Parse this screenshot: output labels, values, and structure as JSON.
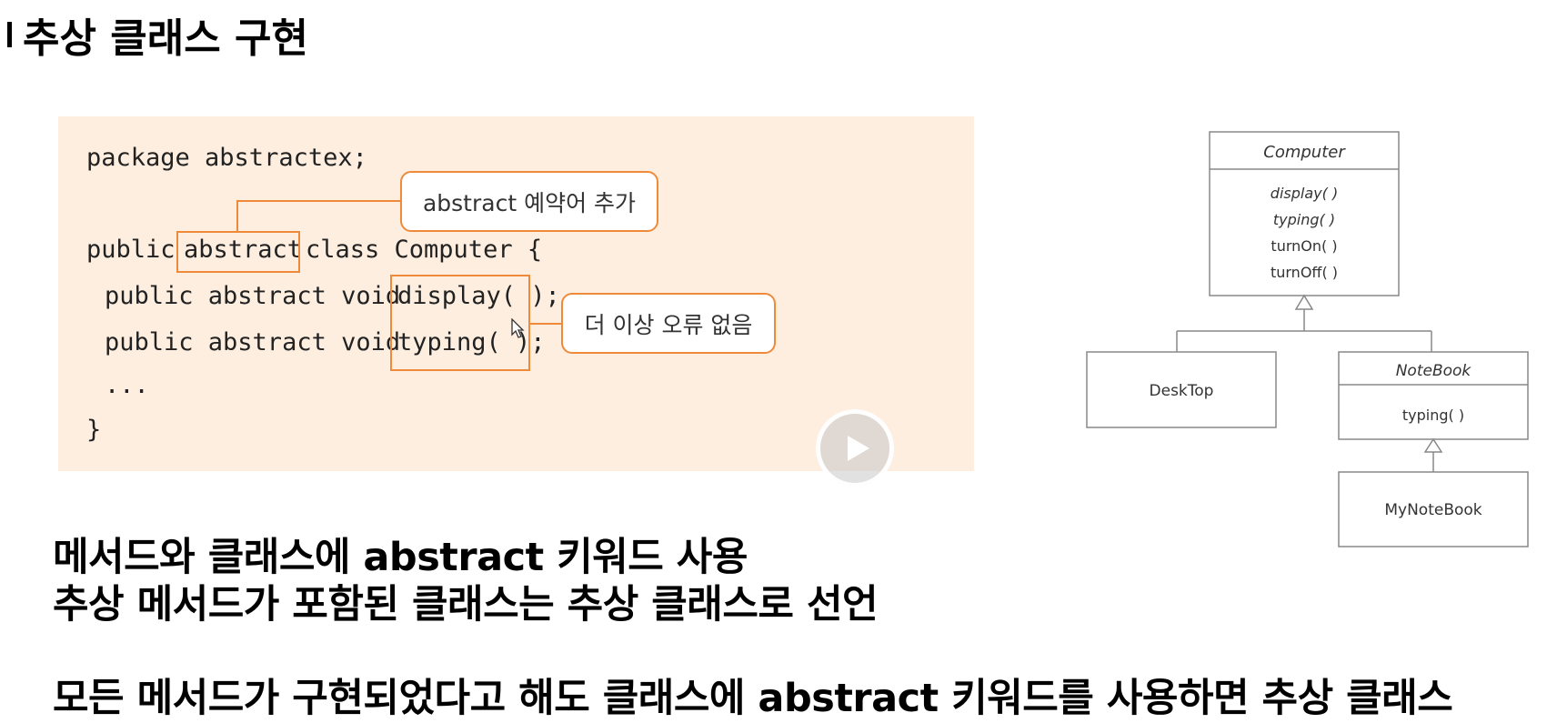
{
  "slide": {
    "title": "추상 클래스 구현",
    "code": {
      "line1": "package abstractex;",
      "line2_prefix": "public",
      "line2_keyword": "abstract",
      "line2_suffix": "class Computer {",
      "line3_prefix": "public abstract void",
      "line3_method": "display( );",
      "line4_prefix": "public abstract void",
      "line4_method": "typing( );",
      "line5": "...",
      "line6": "}"
    },
    "callouts": {
      "abstract_added": "abstract 예약어 추가",
      "no_more_error": "더 이상 오류 없음"
    },
    "uml": {
      "computer": {
        "name": "Computer",
        "methods": [
          "display( )",
          "typing( )",
          "turnOn( )",
          "turnOff( )"
        ]
      },
      "desktop": {
        "name": "DeskTop"
      },
      "notebook": {
        "name": "NoteBook",
        "methods": [
          "typing( )"
        ]
      },
      "mynotebook": {
        "name": "MyNoteBook"
      }
    },
    "body": {
      "line1": "메서드와 클래스에 abstract 키워드 사용",
      "line2": "추상 메서드가 포함된 클래스는 추상 클래스로 선언",
      "line3": "모든 메서드가 구현되었다고 해도 클래스에 abstract 키워드를 사용하면 추상 클래스"
    }
  },
  "icons": {
    "play": "play-icon",
    "cursor": "cursor-icon"
  },
  "colors": {
    "accent": "#ee8a3a",
    "panel": "#fdeee0"
  }
}
